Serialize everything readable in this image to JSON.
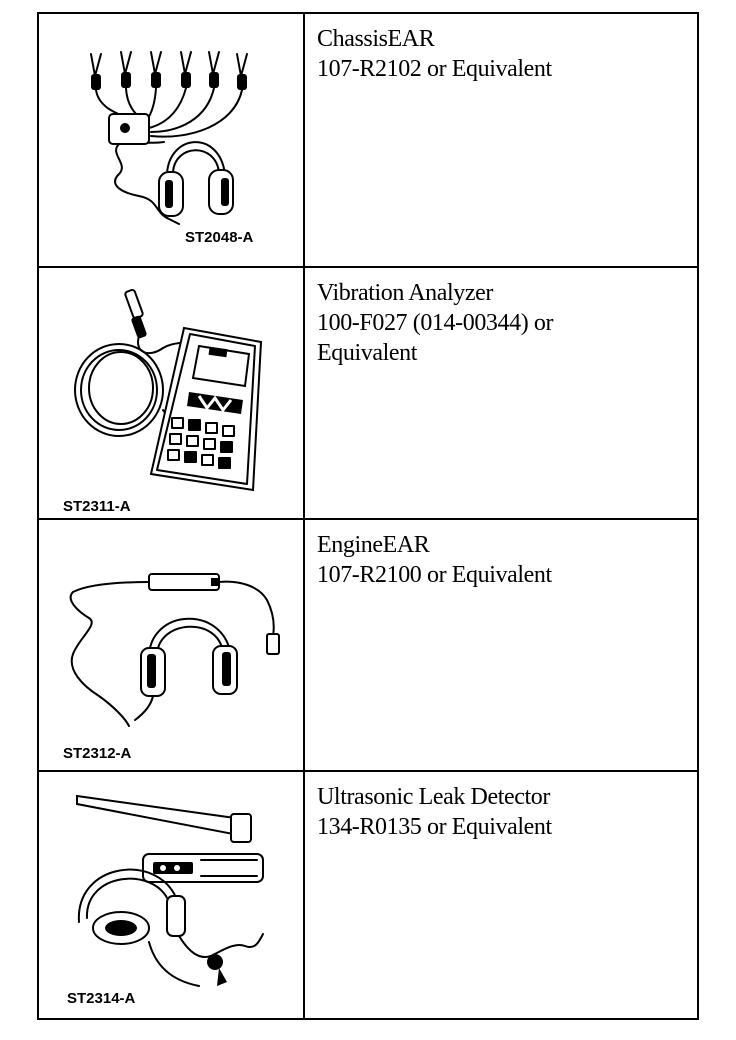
{
  "tools": [
    {
      "code": "ST2048-A",
      "lines": [
        "ChassisEAR",
        "107-R2102 or Equivalent"
      ]
    },
    {
      "code": "ST2311-A",
      "lines": [
        "Vibration Analyzer",
        "100-F027 (014-00344) or",
        "Equivalent"
      ]
    },
    {
      "code": "ST2312-A",
      "lines": [
        "EngineEAR",
        "107-R2100 or Equivalent"
      ]
    },
    {
      "code": "ST2314-A",
      "lines": [
        "Ultrasonic Leak Detector",
        "134-R0135 or Equivalent"
      ]
    }
  ]
}
